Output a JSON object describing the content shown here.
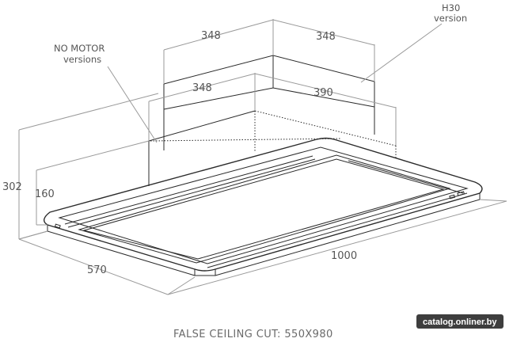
{
  "dimensions": {
    "top_left": "348",
    "top_right": "348",
    "mid_left": "348",
    "mid_right": "390",
    "height_total": "302",
    "height_body": "160",
    "depth": "570",
    "width": "1000"
  },
  "annotations": {
    "no_motor_line1": "NO MOTOR",
    "no_motor_line2": "versions",
    "h30_line1": "H30",
    "h30_line2": "version"
  },
  "caption": "FALSE CEILING CUT: 550X980",
  "watermark": "catalog.onliner.by"
}
